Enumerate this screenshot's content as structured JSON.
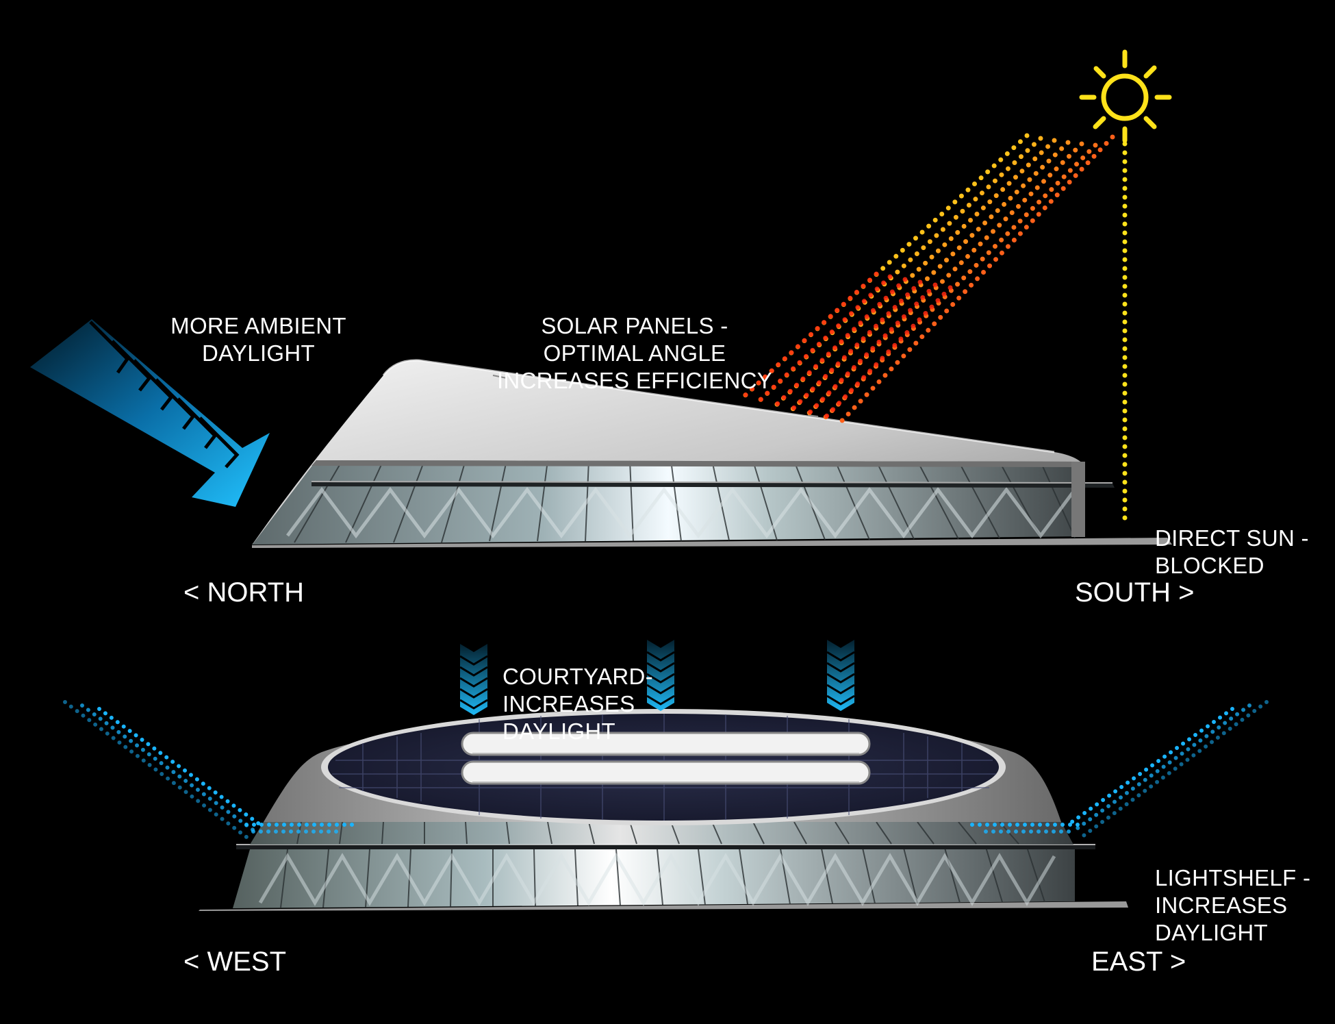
{
  "labels": {
    "ambient": [
      "MORE AMBIENT",
      "DAYLIGHT"
    ],
    "solar": [
      "SOLAR PANELS -",
      "OPTIMAL ANGLE",
      "INCREASES EFFICIENCY"
    ],
    "direct_sun": [
      "DIRECT SUN -",
      "BLOCKED"
    ],
    "courtyard": [
      "COURTYARD-",
      "INCREASES",
      "DAYLIGHT"
    ],
    "lightshelf": [
      "LIGHTSHELF -",
      "INCREASES",
      "DAYLIGHT"
    ]
  },
  "directions": {
    "north": "< NORTH",
    "south": "SOUTH >",
    "west": "< WEST",
    "east": "EAST >"
  },
  "colors": {
    "background": "#000000",
    "sun": "#ffe21a",
    "ray_near": "#ff2a10",
    "ray_far": "#ffe21a",
    "daylight_blue": "#1ab4ff",
    "text": "#ffffff"
  },
  "icons": [
    "sun-icon",
    "chevron-arrow-icon",
    "courtyard-arrow-icon"
  ]
}
